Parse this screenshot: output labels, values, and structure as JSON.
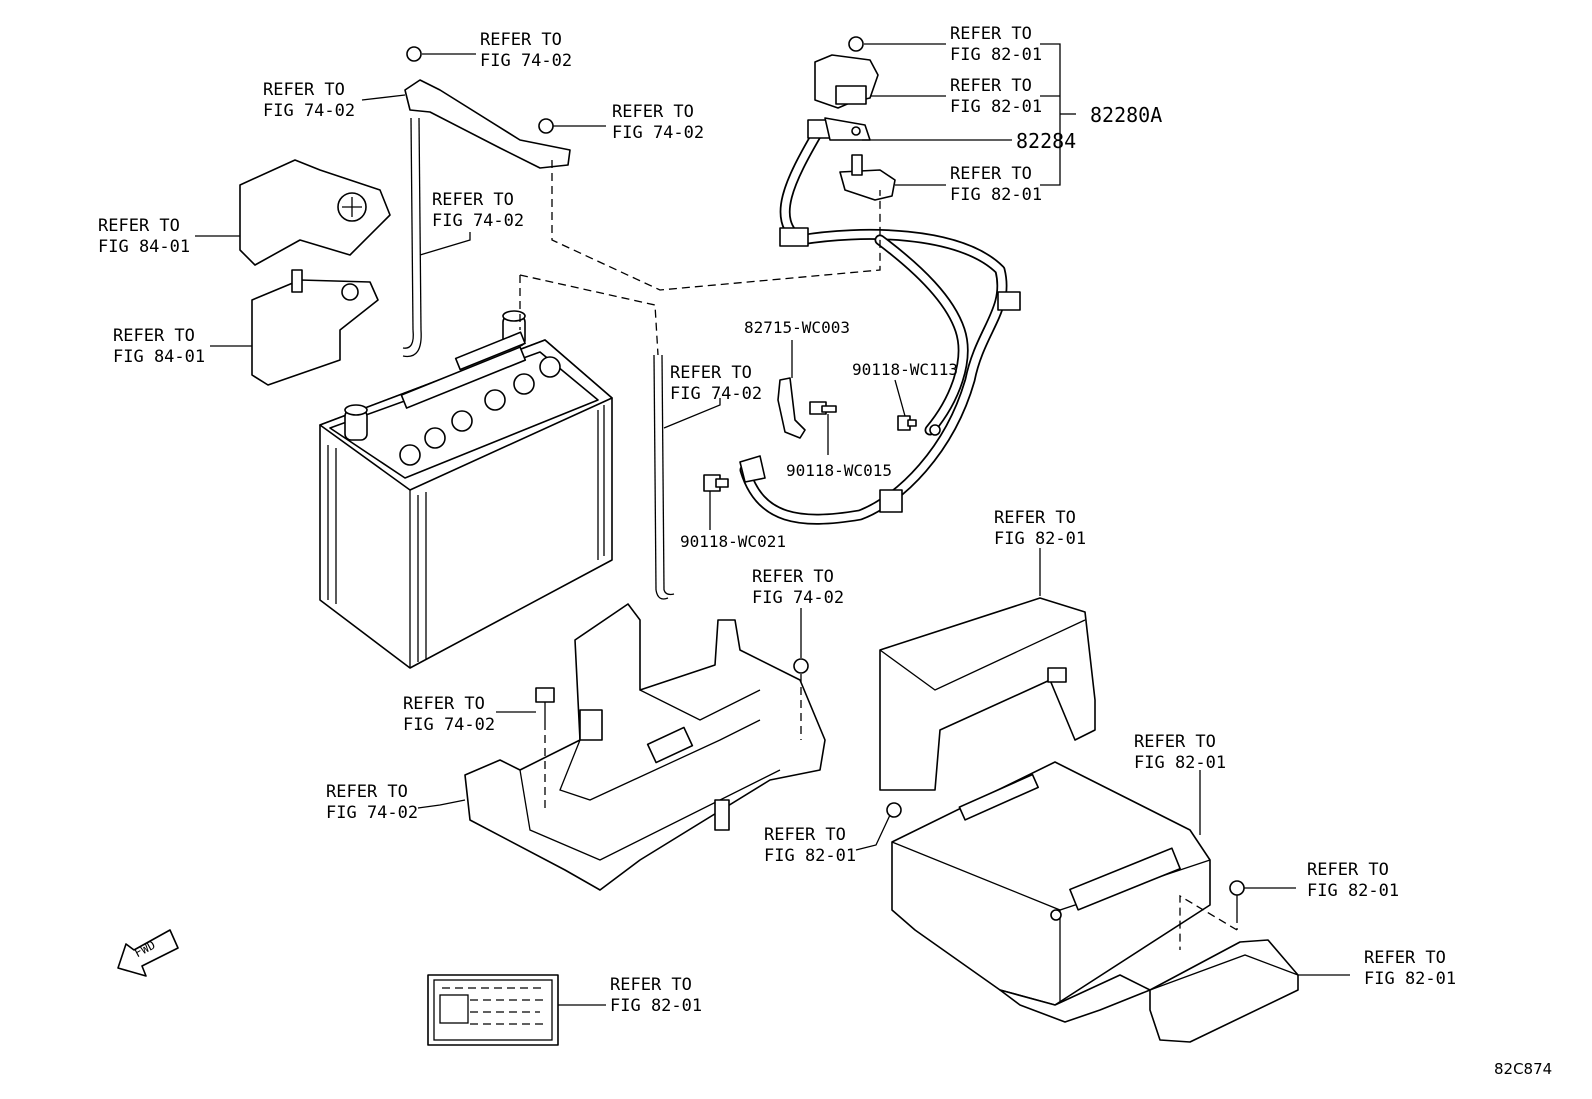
{
  "diagram": {
    "callouts": {
      "c01": [
        "REFER TO",
        "FIG 74-02"
      ],
      "c02": [
        "REFER TO",
        "FIG 74-02"
      ],
      "c03": [
        "REFER TO",
        "FIG 74-02"
      ],
      "c04": [
        "REFER TO",
        "FIG 84-01"
      ],
      "c05": [
        "REFER TO",
        "FIG 74-02"
      ],
      "c06": [
        "REFER TO",
        "FIG 84-01"
      ],
      "c07": [
        "REFER TO",
        "FIG 82-01"
      ],
      "c08": [
        "REFER TO",
        "FIG 82-01"
      ],
      "c09": [
        "REFER TO",
        "FIG 82-01"
      ],
      "c10": [
        "REFER TO",
        "FIG 74-02"
      ],
      "c11": [
        "REFER TO",
        "FIG 82-01"
      ],
      "c12": [
        "REFER TO",
        "FIG 74-02"
      ],
      "c13": [
        "REFER TO",
        "FIG 74-02"
      ],
      "c14": [
        "REFER TO",
        "FIG 74-02"
      ],
      "c15": [
        "REFER TO",
        "FIG 82-01"
      ],
      "c16": [
        "REFER TO",
        "FIG 82-01"
      ],
      "c17": [
        "REFER TO",
        "FIG 82-01"
      ],
      "c18": [
        "REFER TO",
        "FIG 82-01"
      ],
      "c19": [
        "REFER TO",
        "FIG 82-01"
      ]
    },
    "part_numbers": {
      "p82280A": "82280A",
      "p82284": "82284",
      "p82715": "82715-WC003",
      "p90118_113": "90118-WC113",
      "p90118_015": "90118-WC015",
      "p90118_021": "90118-WC021"
    },
    "fwd_label": "FWD",
    "diagram_code": "82C874"
  }
}
